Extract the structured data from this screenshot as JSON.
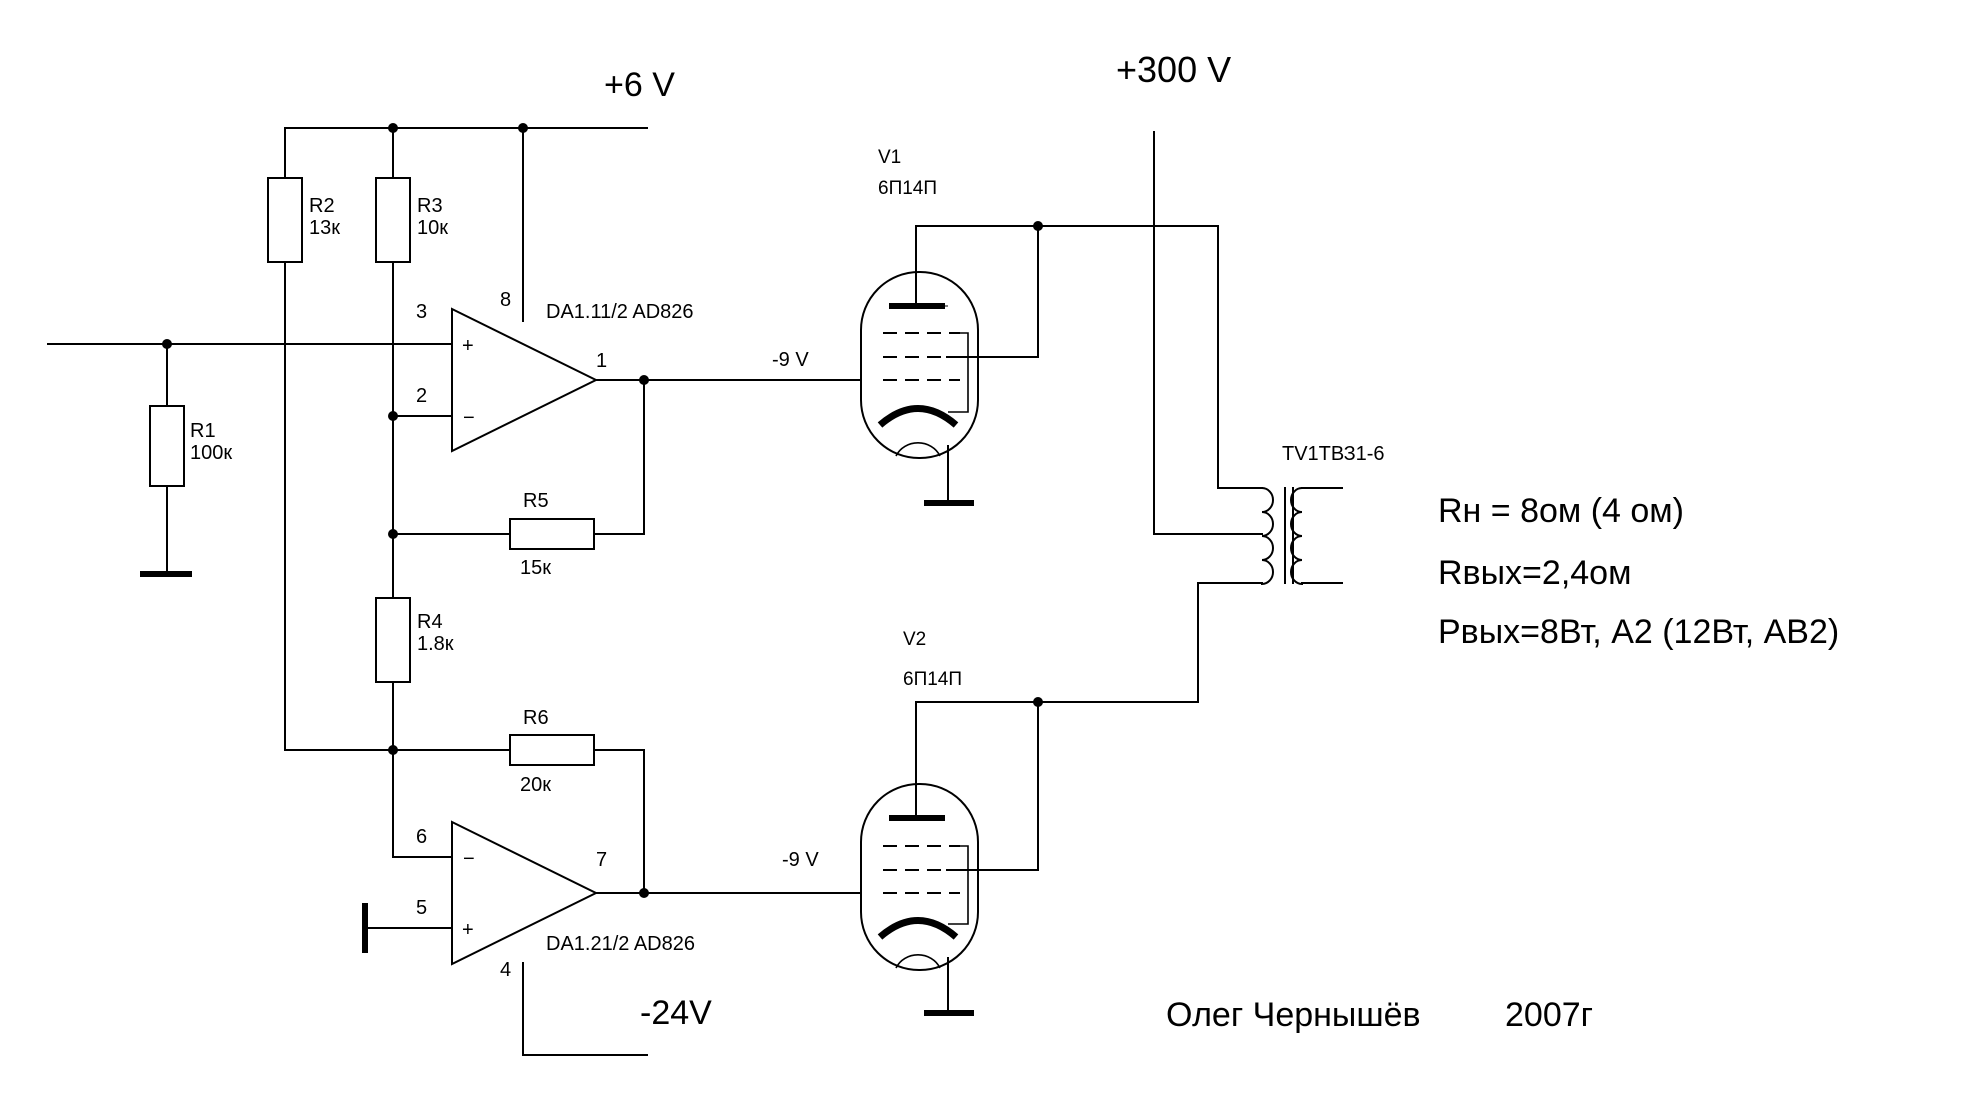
{
  "rails": {
    "pos6": "+6 V",
    "pos300": "+300 V",
    "neg24": "-24V"
  },
  "resistors": {
    "r1": {
      "ref": "R1",
      "value": "100к"
    },
    "r2": {
      "ref": "R2",
      "value": "13к"
    },
    "r3": {
      "ref": "R3",
      "value": "10к"
    },
    "r4": {
      "ref": "R4",
      "value": "1.8к"
    },
    "r5": {
      "ref": "R5",
      "value": "15к"
    },
    "r6": {
      "ref": "R6",
      "value": "20к"
    }
  },
  "opamp1": {
    "label": "DA1.11/2 AD826",
    "pin_plus": "3",
    "pin_minus": "2",
    "pin_out": "1",
    "pin_supply": "8",
    "plus_sign": "+",
    "minus_sign": "−"
  },
  "opamp2": {
    "label": "DA1.21/2 AD826",
    "pin_minus": "6",
    "pin_plus": "5",
    "pin_out": "7",
    "pin_supply": "4",
    "plus_sign": "+",
    "minus_sign": "−"
  },
  "tubes": {
    "v1": {
      "ref": "V1",
      "type": "6П14П",
      "grid_voltage": "-9 V"
    },
    "v2": {
      "ref": "V2",
      "type": "6П14П",
      "grid_voltage": "-9 V"
    }
  },
  "transformer": {
    "ref": "TV1ТВЗ1-6"
  },
  "specs": [
    "Rн = 8ом (4 ом)",
    "Rвых=2,4ом",
    "Рвых=8Вт, А2 (12Вт, АВ2)"
  ],
  "author": "Олег Чернышёв",
  "year": "2007г"
}
